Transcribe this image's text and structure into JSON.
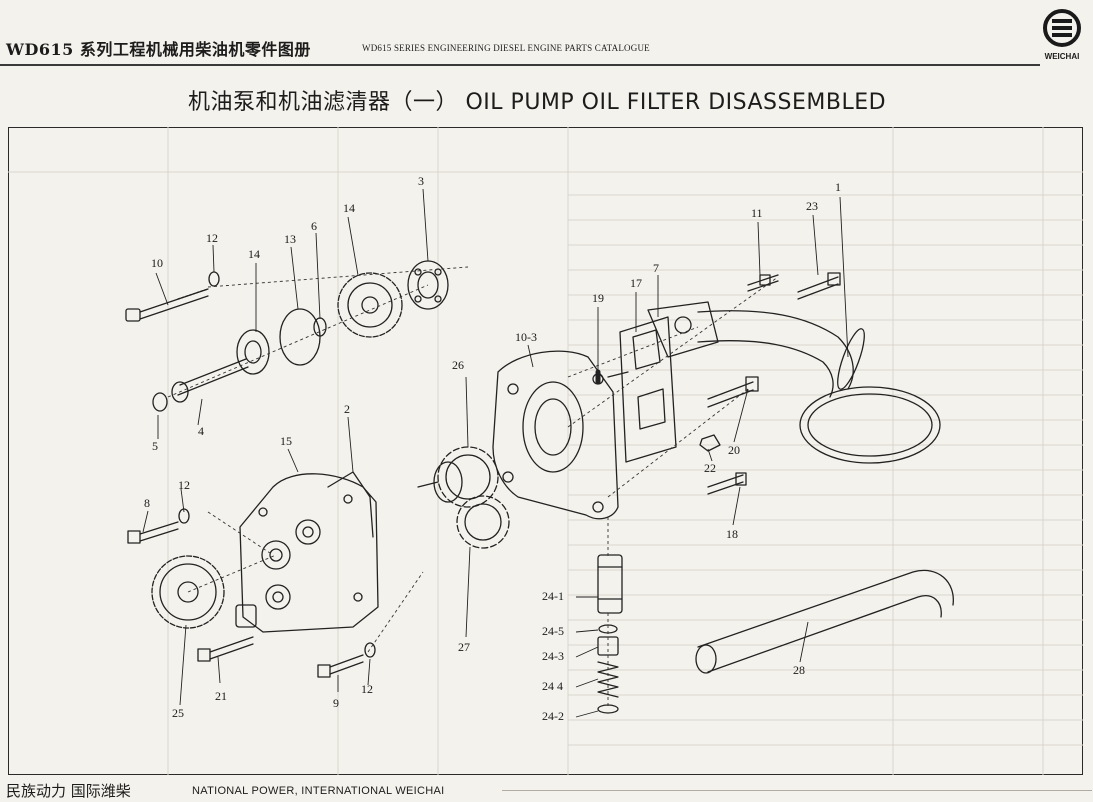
{
  "header": {
    "title_cn": "WD615 系列工程机械用柴油机零件图册",
    "title_en": "WD615 SERIES ENGINEERING DIESEL ENGINE PARTS CATALOGUE",
    "logo_text": "WEICHAI"
  },
  "page_title": "机油泵和机油滤清器（一） OIL PUMP OIL FILTER DISASSEMBLED",
  "parts": [
    {
      "id": "1",
      "label": "1"
    },
    {
      "id": "2",
      "label": "2"
    },
    {
      "id": "3",
      "label": "3"
    },
    {
      "id": "4",
      "label": "4"
    },
    {
      "id": "5",
      "label": "5"
    },
    {
      "id": "6",
      "label": "6"
    },
    {
      "id": "7",
      "label": "7"
    },
    {
      "id": "8",
      "label": "8"
    },
    {
      "id": "9",
      "label": "9"
    },
    {
      "id": "10",
      "label": "10"
    },
    {
      "id": "10-3",
      "label": "10-3"
    },
    {
      "id": "11",
      "label": "11"
    },
    {
      "id": "12a",
      "label": "12"
    },
    {
      "id": "12b",
      "label": "12"
    },
    {
      "id": "12c",
      "label": "12"
    },
    {
      "id": "13",
      "label": "13"
    },
    {
      "id": "14a",
      "label": "14"
    },
    {
      "id": "14b",
      "label": "14"
    },
    {
      "id": "15",
      "label": "15"
    },
    {
      "id": "17",
      "label": "17"
    },
    {
      "id": "18",
      "label": "18"
    },
    {
      "id": "19",
      "label": "19"
    },
    {
      "id": "20",
      "label": "20"
    },
    {
      "id": "21",
      "label": "21"
    },
    {
      "id": "22",
      "label": "22"
    },
    {
      "id": "23",
      "label": "23"
    },
    {
      "id": "24-1",
      "label": "24-1"
    },
    {
      "id": "24-2",
      "label": "24-2"
    },
    {
      "id": "24-3",
      "label": "24-3"
    },
    {
      "id": "24-4",
      "label": "24 4"
    },
    {
      "id": "24-5",
      "label": "24-5"
    },
    {
      "id": "25",
      "label": "25"
    },
    {
      "id": "26",
      "label": "26"
    },
    {
      "id": "27",
      "label": "27"
    },
    {
      "id": "28",
      "label": "28"
    }
  ],
  "footer": {
    "slogan_cn": "民族动力 国际潍柴",
    "slogan_en": "NATIONAL POWER, INTERNATIONAL WEICHAI"
  }
}
